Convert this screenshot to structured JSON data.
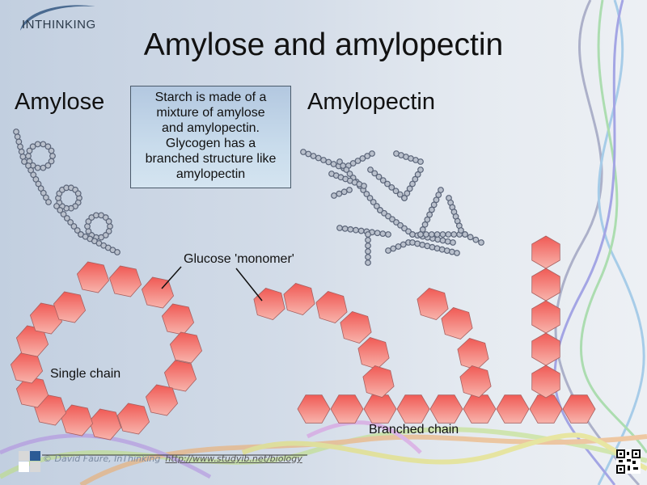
{
  "logo": {
    "text": "INTHINKING"
  },
  "slide": {
    "title": "Amylose and amylopectin"
  },
  "labels": {
    "amylose": "Amylose",
    "amylopectin": "Amylopectin",
    "glucose_monomer": "Glucose 'monomer'",
    "single_chain": "Single chain",
    "branched_chain": "Branched chain"
  },
  "infobox": {
    "lines": [
      "Starch is made of a",
      "mixture of amylose",
      "and amylopectin.",
      "Glycogen has a",
      "branched structure like",
      "amylopectin"
    ]
  },
  "footer": {
    "credit": "© David Faure, InThinking",
    "link": "http://www.studyib.net/biology"
  },
  "colors": {
    "hexagon_fill_top": "#f05a55",
    "hexagon_fill_bottom": "#f7b0a8",
    "bead_color": "#8a94a6",
    "box_border": "#4a5a6a"
  },
  "icons": {
    "qr": "qr-code-icon",
    "logo": "inthinking-logo-icon"
  }
}
